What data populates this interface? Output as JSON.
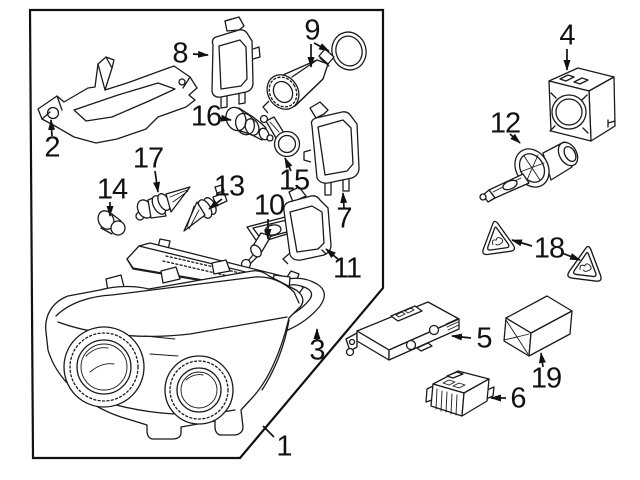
{
  "diagram": {
    "subject": "headlamp-assembly-exploded-parts-diagram",
    "background_color": "#ffffff",
    "line_color": "#1a1a1a",
    "callouts": [
      {
        "number": "1",
        "part": "headlamp-assembly"
      },
      {
        "number": "2",
        "part": "mounting-bracket"
      },
      {
        "number": "3",
        "part": "gasket-seal"
      },
      {
        "number": "4",
        "part": "igniter-control-unit"
      },
      {
        "number": "5",
        "part": "ballast-control-unit"
      },
      {
        "number": "6",
        "part": "bulb-holder-module"
      },
      {
        "number": "7",
        "part": "bulb-access-cover"
      },
      {
        "number": "8",
        "part": "bulb-access-cover"
      },
      {
        "number": "9",
        "part": "socket-cap-and-seal-ring"
      },
      {
        "number": "10",
        "part": "bulb-socket-assembly"
      },
      {
        "number": "11",
        "part": "bulb-access-cover"
      },
      {
        "number": "12",
        "part": "xenon-bulb"
      },
      {
        "number": "13",
        "part": "halogen-bulb"
      },
      {
        "number": "14",
        "part": "miniature-bulb"
      },
      {
        "number": "15",
        "part": "bulb-with-reflector-socket"
      },
      {
        "number": "16",
        "part": "bulb-socket"
      },
      {
        "number": "17",
        "part": "halogen-bulb"
      },
      {
        "number": "18",
        "part": "warning-labels"
      },
      {
        "number": "19",
        "part": "parts-box"
      }
    ]
  }
}
